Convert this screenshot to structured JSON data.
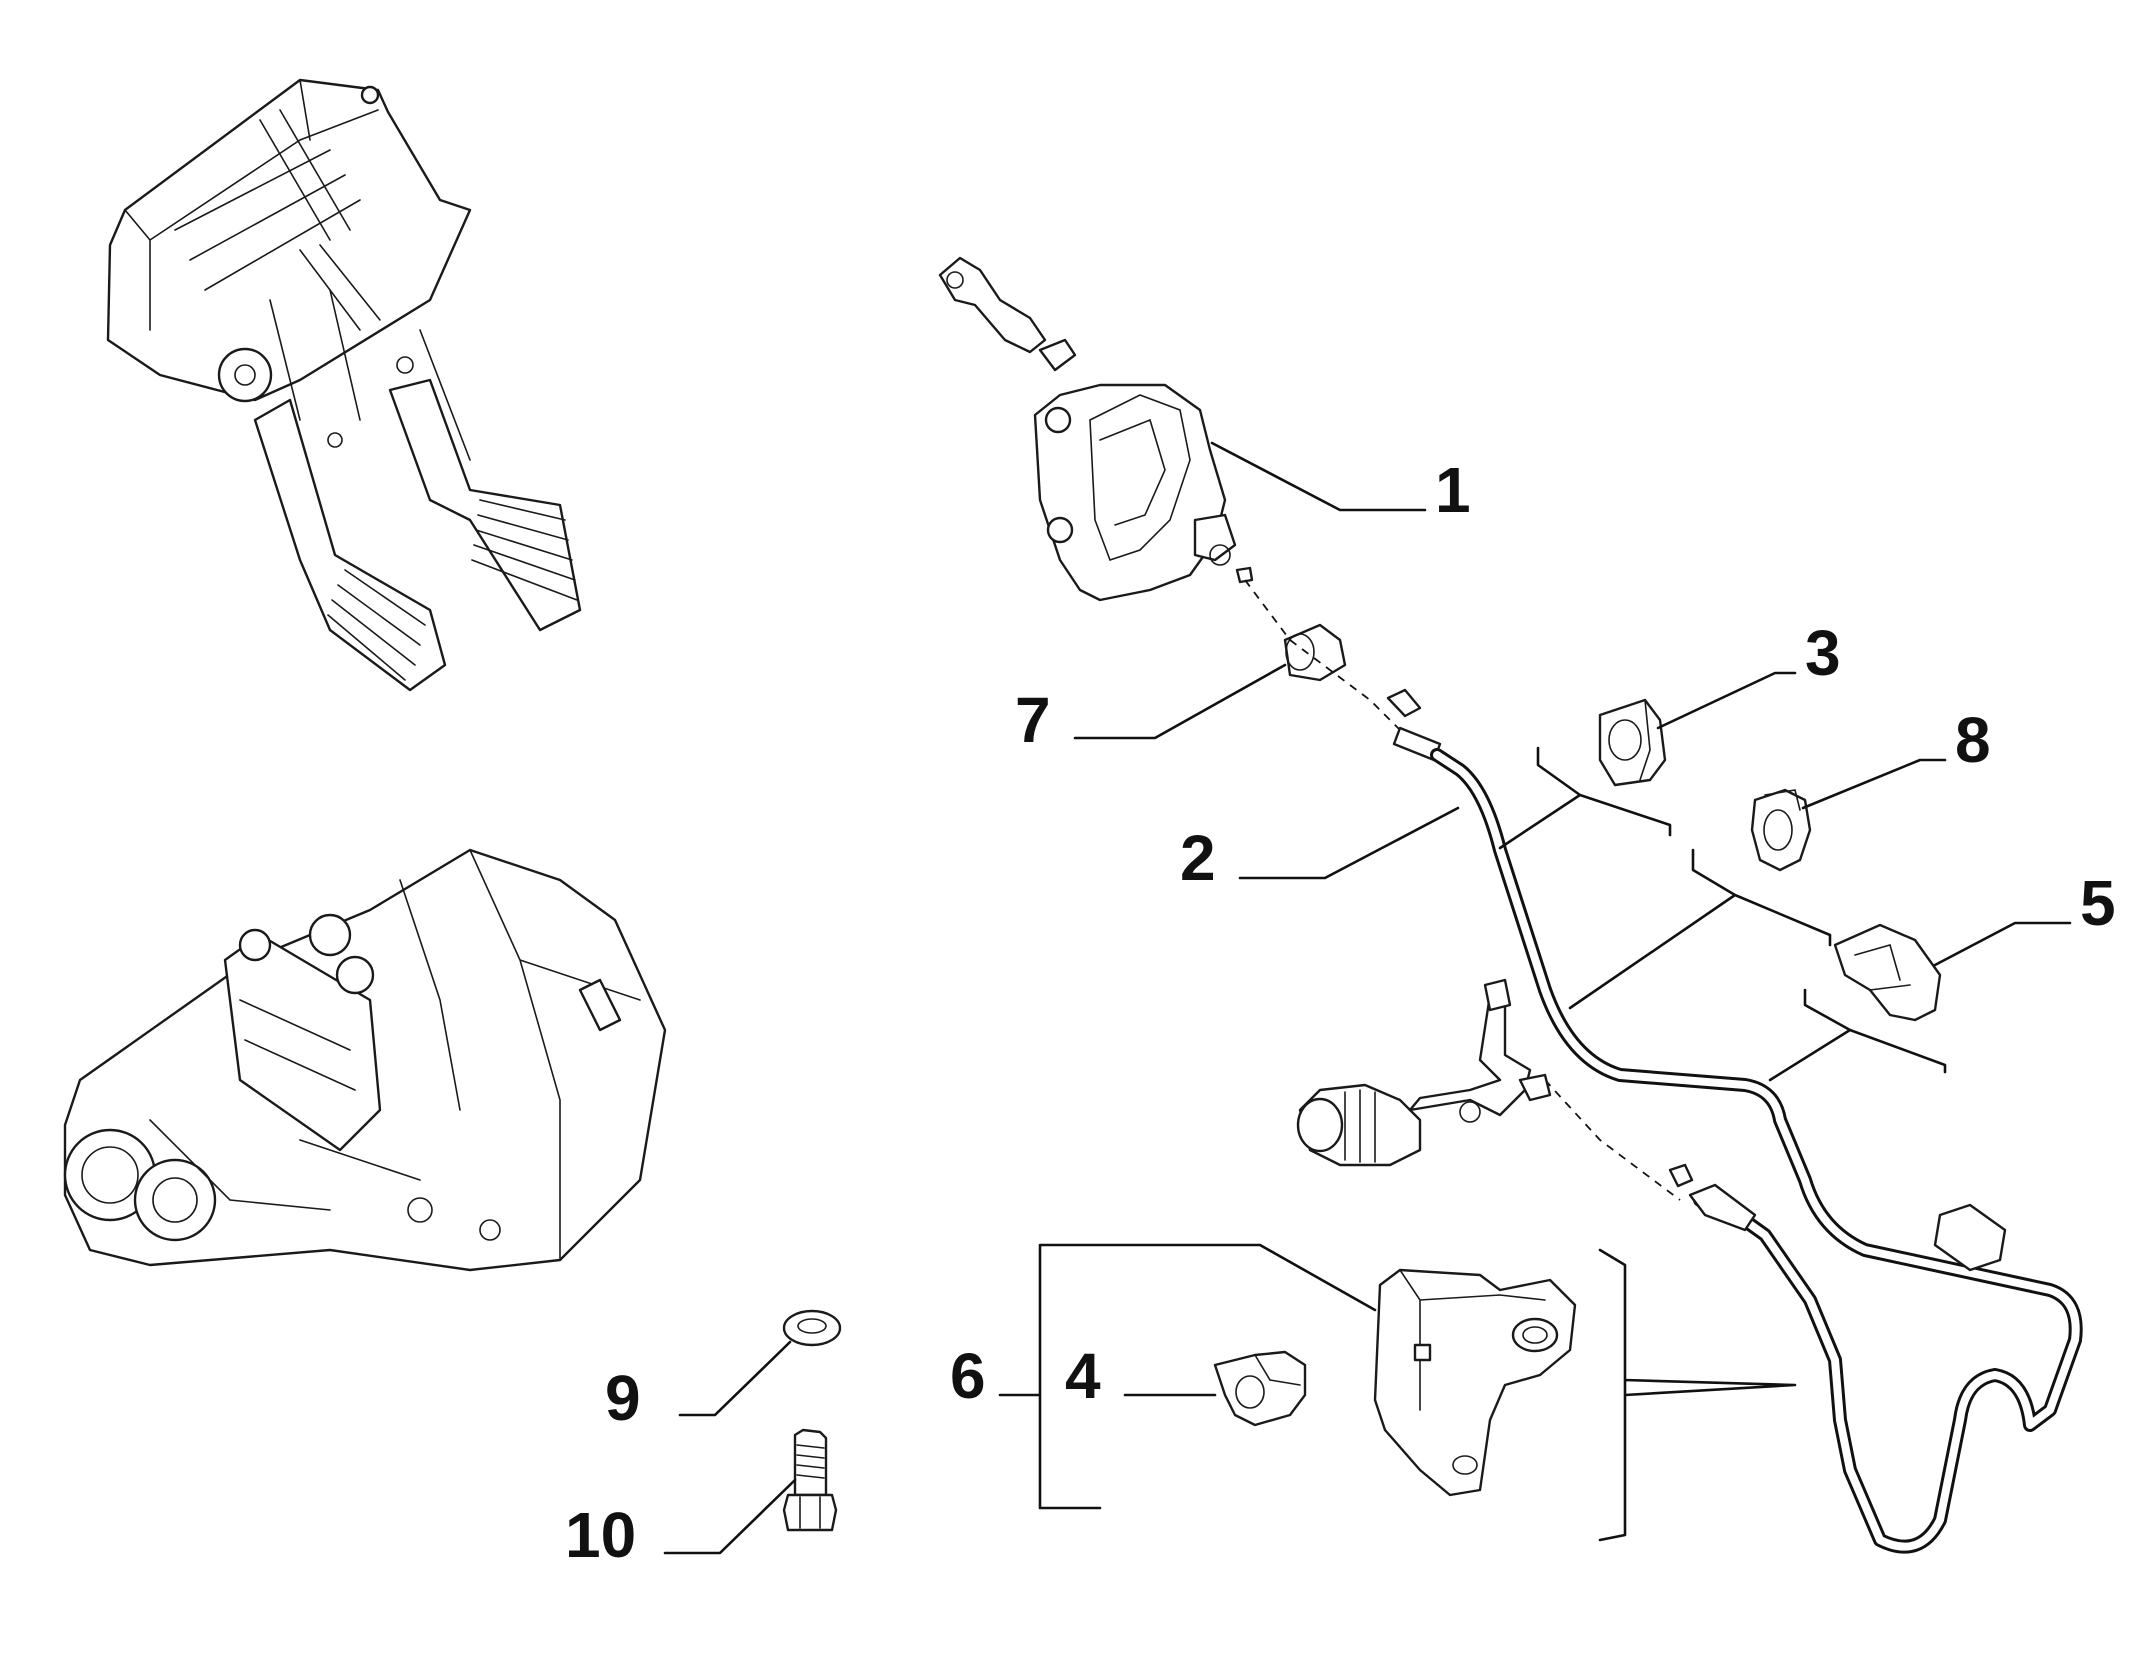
{
  "callouts": [
    {
      "id": "1",
      "label": "1",
      "part": "clutch master cylinder"
    },
    {
      "id": "2",
      "label": "2",
      "part": "clutch hydraulic pipe"
    },
    {
      "id": "3",
      "label": "3",
      "part": "pipe clip"
    },
    {
      "id": "4",
      "label": "4",
      "part": "pipe clip"
    },
    {
      "id": "5",
      "label": "5",
      "part": "pipe clip"
    },
    {
      "id": "6",
      "label": "6",
      "part": "bracket"
    },
    {
      "id": "7",
      "label": "7",
      "part": "seal"
    },
    {
      "id": "8",
      "label": "8",
      "part": "pipe clip"
    },
    {
      "id": "9",
      "label": "9",
      "part": "washer"
    },
    {
      "id": "10",
      "label": "10",
      "part": "bolt"
    }
  ],
  "colors": {
    "line": "#111111",
    "background": "#ffffff"
  }
}
